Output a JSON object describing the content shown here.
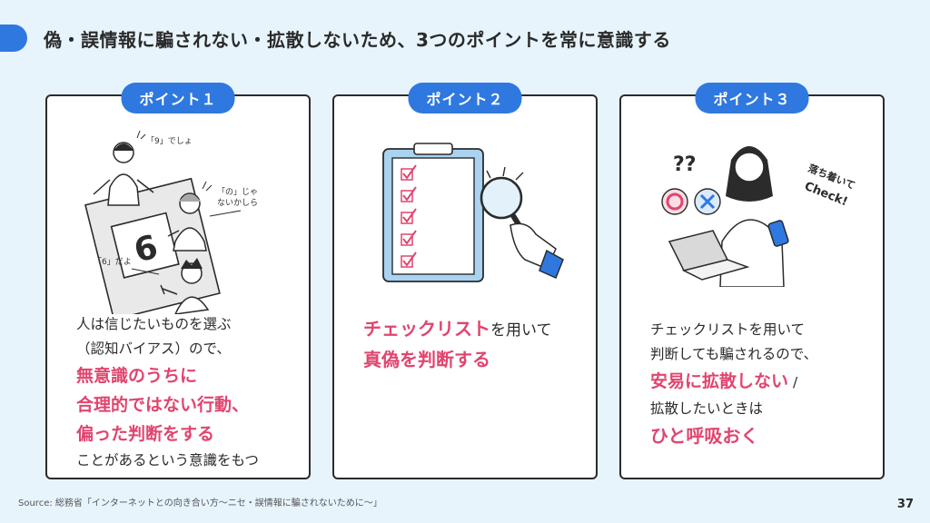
{
  "title": "偽・誤情報に騙されない・拡散しないため、3つのポイントを常に意識する",
  "cards": [
    {
      "badge": "ポイント１",
      "illustration": {
        "speech1": "「9」でしょ",
        "speech2a": "「の」じゃ",
        "speech2b": "ないかしら",
        "speech3": "「6」だよ",
        "panel_digit": "6"
      },
      "lines": {
        "l1": "人は信じたいものを選ぶ",
        "l2": "（認知バイアス）ので、",
        "h1": "無意識のうちに",
        "h2": "合理的ではない行動、",
        "h3": "偏った判断をする",
        "l3": "ことがあるという意識をもつ"
      }
    },
    {
      "badge": "ポイント２",
      "lines": {
        "h1": "チェックリスト",
        "l1": "を用いて",
        "h2": "真偽を判断する"
      }
    },
    {
      "badge": "ポイント３",
      "illustration": {
        "question": "??",
        "note1": "落ち着いて",
        "note2": "Check!"
      },
      "lines": {
        "l1": "チェックリストを用いて",
        "l2": "判断しても騙されるので、",
        "h1": "安易に拡散しない",
        "slash": " /",
        "l3": "拡散したいときは",
        "h2": "ひと呼吸おく"
      }
    }
  ],
  "source": "Source: 総務省「インターネットとの向き合い方〜ニセ・誤情報に騙されないために〜」",
  "page_number": "37",
  "colors": {
    "accent": "#2f78e0",
    "highlight": "#e0456e",
    "background": "#e7f4fc",
    "clipboard": "#a9d3f0"
  }
}
